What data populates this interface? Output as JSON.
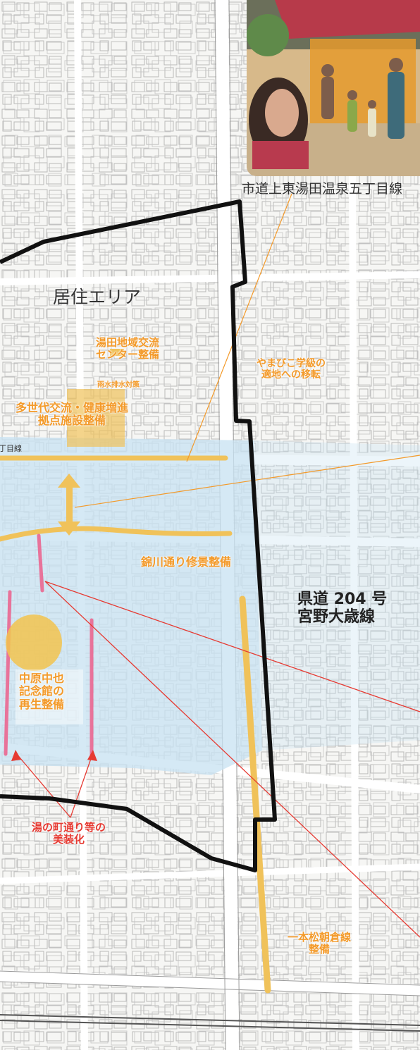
{
  "labels": {
    "road_title": "市道上東湯田温泉五丁目線",
    "residential_area": "居住エリア",
    "community_center": [
      "湯田地域交流",
      "センター整備"
    ],
    "rain_drainage": "雨水排水対策",
    "multigen_center": [
      "多世代交流・健康増進",
      "拠点施設整備"
    ],
    "yamabiko_move": [
      "やまびこ学級の",
      "適地への移転"
    ],
    "street_left_edge": "丁目線",
    "nishikigawa": "錦川通り修景整備",
    "prefectural_road": [
      "県道 204 号",
      "宮野大歳線"
    ],
    "nakahara_museum": [
      "中原中也",
      "記念館の",
      "再生整備"
    ],
    "yunomachi": [
      "湯の町通り等の",
      "美装化"
    ],
    "ipponmatsu": [
      "一本松朝倉線",
      "整備"
    ]
  },
  "colors": {
    "accent_orange": "#f39a2a",
    "zone_blue": "#c9e3f2",
    "boundary_black": "#111111",
    "leader_red": "#e63a32",
    "road_yellow": "#f0c25a"
  },
  "icons": {
    "illustration": "street-scene-illustration"
  }
}
